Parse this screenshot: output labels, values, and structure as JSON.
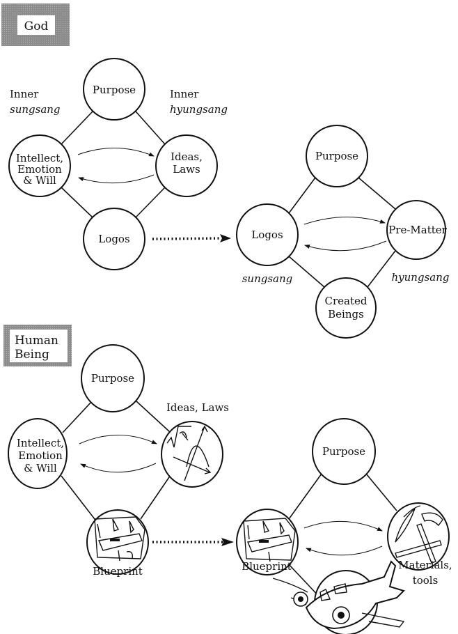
{
  "sections": {
    "god": {
      "label": "God",
      "inner": {
        "top": "Purpose",
        "left": [
          "Intellect,",
          "Emotion",
          "& Will"
        ],
        "right": [
          "Ideas,",
          "Laws"
        ],
        "bottom": "Logos",
        "left_caption": [
          "Inner",
          "sungsang"
        ],
        "right_caption": [
          "Inner",
          "hyungsang"
        ]
      },
      "outer": {
        "top": "Purpose",
        "left": "Logos",
        "right": "Pre-Matter",
        "bottom": [
          "Created",
          "Beings"
        ],
        "left_caption": "sungsang",
        "right_caption": "hyungsang"
      }
    },
    "human": {
      "label": [
        "Human",
        "Being"
      ],
      "inner": {
        "top": "Purpose",
        "left": [
          "Intellect,",
          "Emotion",
          "& Will"
        ],
        "right_caption": "Ideas,  Laws",
        "bottom_caption": "Blueprint"
      },
      "outer": {
        "top": "Purpose",
        "left_caption": "Blueprint",
        "right_caption": [
          "Materials,",
          "tools"
        ]
      }
    }
  }
}
